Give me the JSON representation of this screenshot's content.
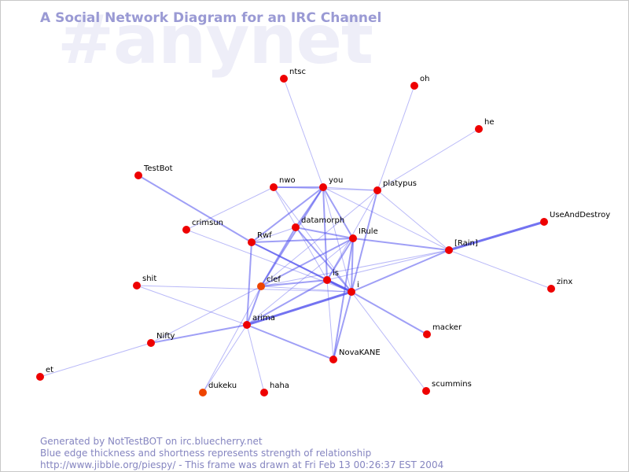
{
  "watermark": "#anynet",
  "title": "A Social Network Diagram for an IRC Channel",
  "footer": {
    "line1": "Generated by NotTestBOT on irc.bluecherry.net",
    "line2": "Blue edge thickness and shortness represents strength of relationship",
    "line3": "http://www.jibble.org/piespy/ - This frame was drawn at Fri Feb 13 00:26:37 EST 2004"
  },
  "colors": {
    "node": "#ee0000",
    "node_active": "#ee4400",
    "edge": "#5050ee",
    "label": "#000000"
  },
  "nodes": [
    {
      "id": "ntsc",
      "label": "ntsc"
    },
    {
      "id": "oh",
      "label": "oh"
    },
    {
      "id": "he",
      "label": "he"
    },
    {
      "id": "TestBot",
      "label": "TestBot"
    },
    {
      "id": "nwo",
      "label": "nwo"
    },
    {
      "id": "you",
      "label": "you"
    },
    {
      "id": "platypus",
      "label": "platypus"
    },
    {
      "id": "UseAndDestroy",
      "label": "UseAndDestroy"
    },
    {
      "id": "crimsun",
      "label": "crimsun"
    },
    {
      "id": "datamorph",
      "label": "datamorph"
    },
    {
      "id": "Rwf",
      "label": "Rwf"
    },
    {
      "id": "IRule",
      "label": "IRule"
    },
    {
      "id": "Rainl",
      "label": "[Rain]"
    },
    {
      "id": "shit",
      "label": "shit"
    },
    {
      "id": "clef",
      "label": "clef",
      "active": true
    },
    {
      "id": "is",
      "label": "is"
    },
    {
      "id": "i",
      "label": "i"
    },
    {
      "id": "zinx",
      "label": "zinx"
    },
    {
      "id": "arima",
      "label": "arima"
    },
    {
      "id": "Nifty",
      "label": "Nifty"
    },
    {
      "id": "macker",
      "label": "macker"
    },
    {
      "id": "NovaKANE",
      "label": "NovaKANE"
    },
    {
      "id": "et",
      "label": "et"
    },
    {
      "id": "dukeku",
      "label": "dukeku",
      "active": true
    },
    {
      "id": "haha",
      "label": "haha"
    },
    {
      "id": "scummins",
      "label": "scummins"
    }
  ],
  "edges": [
    {
      "from": "ntsc",
      "to": "you",
      "weight": 1
    },
    {
      "from": "oh",
      "to": "platypus",
      "weight": 1
    },
    {
      "from": "he",
      "to": "platypus",
      "weight": 1
    },
    {
      "from": "TestBot",
      "to": "Rwf",
      "weight": 2
    },
    {
      "from": "nwo",
      "to": "you",
      "weight": 2
    },
    {
      "from": "nwo",
      "to": "platypus",
      "weight": 1
    },
    {
      "from": "nwo",
      "to": "crimsun",
      "weight": 1
    },
    {
      "from": "nwo",
      "to": "is",
      "weight": 1
    },
    {
      "from": "nwo",
      "to": "i",
      "weight": 1
    },
    {
      "from": "you",
      "to": "platypus",
      "weight": 1
    },
    {
      "from": "you",
      "to": "Rwf",
      "weight": 2
    },
    {
      "from": "you",
      "to": "datamorph",
      "weight": 2
    },
    {
      "from": "you",
      "to": "IRule",
      "weight": 2
    },
    {
      "from": "you",
      "to": "is",
      "weight": 2
    },
    {
      "from": "you",
      "to": "i",
      "weight": 1
    },
    {
      "from": "you",
      "to": "Rainl",
      "weight": 1
    },
    {
      "from": "you",
      "to": "clef",
      "weight": 2
    },
    {
      "from": "platypus",
      "to": "is",
      "weight": 1
    },
    {
      "from": "platypus",
      "to": "i",
      "weight": 2
    },
    {
      "from": "platypus",
      "to": "Rainl",
      "weight": 1
    },
    {
      "from": "platypus",
      "to": "clef",
      "weight": 1
    },
    {
      "from": "UseAndDestroy",
      "to": "Rainl",
      "weight": 3
    },
    {
      "from": "crimsun",
      "to": "i",
      "weight": 1
    },
    {
      "from": "datamorph",
      "to": "IRule",
      "weight": 2
    },
    {
      "from": "datamorph",
      "to": "clef",
      "weight": 2
    },
    {
      "from": "datamorph",
      "to": "i",
      "weight": 2
    },
    {
      "from": "datamorph",
      "to": "Rwf",
      "weight": 1
    },
    {
      "from": "Rwf",
      "to": "IRule",
      "weight": 2
    },
    {
      "from": "Rwf",
      "to": "is",
      "weight": 2
    },
    {
      "from": "Rwf",
      "to": "i",
      "weight": 2
    },
    {
      "from": "Rwf",
      "to": "arima",
      "weight": 2
    },
    {
      "from": "IRule",
      "to": "Rainl",
      "weight": 2
    },
    {
      "from": "IRule",
      "to": "is",
      "weight": 2
    },
    {
      "from": "IRule",
      "to": "i",
      "weight": 2
    },
    {
      "from": "IRule",
      "to": "clef",
      "weight": 2
    },
    {
      "from": "IRule",
      "to": "NovaKANE",
      "weight": 2
    },
    {
      "from": "IRule",
      "to": "arima",
      "weight": 1
    },
    {
      "from": "Rainl",
      "to": "is",
      "weight": 1
    },
    {
      "from": "Rainl",
      "to": "i",
      "weight": 2
    },
    {
      "from": "Rainl",
      "to": "zinx",
      "weight": 1
    },
    {
      "from": "Rainl",
      "to": "clef",
      "weight": 1
    },
    {
      "from": "shit",
      "to": "i",
      "weight": 1
    },
    {
      "from": "shit",
      "to": "arima",
      "weight": 1
    },
    {
      "from": "clef",
      "to": "is",
      "weight": 2
    },
    {
      "from": "clef",
      "to": "i",
      "weight": 1
    },
    {
      "from": "clef",
      "to": "arima",
      "weight": 2
    },
    {
      "from": "clef",
      "to": "dukeku",
      "weight": 1
    },
    {
      "from": "is",
      "to": "i",
      "weight": 3
    },
    {
      "from": "is",
      "to": "NovaKANE",
      "weight": 1
    },
    {
      "from": "is",
      "to": "arima",
      "weight": 2
    },
    {
      "from": "i",
      "to": "arima",
      "weight": 3
    },
    {
      "from": "i",
      "to": "macker",
      "weight": 2
    },
    {
      "from": "i",
      "to": "NovaKANE",
      "weight": 2
    },
    {
      "from": "i",
      "to": "scummins",
      "weight": 1
    },
    {
      "from": "arima",
      "to": "Nifty",
      "weight": 2
    },
    {
      "from": "arima",
      "to": "NovaKANE",
      "weight": 2
    },
    {
      "from": "arima",
      "to": "haha",
      "weight": 1
    },
    {
      "from": "arima",
      "to": "dukeku",
      "weight": 1
    },
    {
      "from": "Nifty",
      "to": "et",
      "weight": 1
    },
    {
      "from": "Nifty",
      "to": "clef",
      "weight": 1
    }
  ]
}
